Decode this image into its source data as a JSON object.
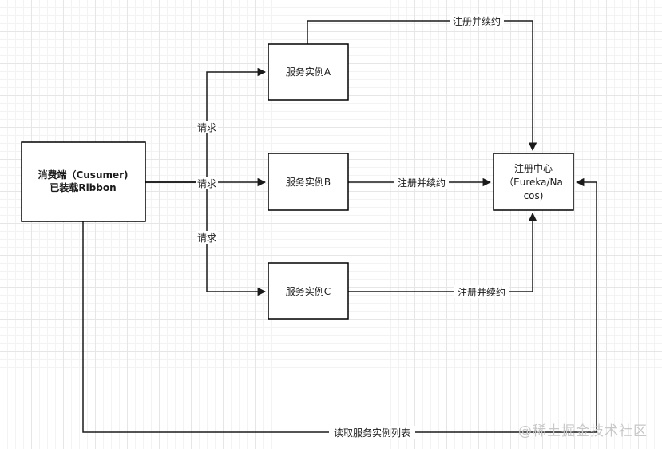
{
  "nodes": {
    "consumer": {
      "line1": "消费端（Cusumer)",
      "line2": "已装载Ribbon"
    },
    "instance_a": {
      "label": "服务实例A"
    },
    "instance_b": {
      "label": "服务实例B"
    },
    "instance_c": {
      "label": "服务实例C"
    },
    "registry": {
      "line1": "注册中心",
      "line2": "（Eureka/Na",
      "line3": "cos)"
    }
  },
  "edges": {
    "request_a": "请求",
    "request_b": "请求",
    "request_c": "请求",
    "register_a": "注册并续约",
    "register_b": "注册并续约",
    "register_c": "注册并续约",
    "read_list": "读取服务实例列表"
  },
  "watermark": "@稀土掘金技术社区",
  "colors": {
    "line": "#1a1a1a",
    "box_border": "#000000",
    "grid": "#e6e6e6"
  }
}
